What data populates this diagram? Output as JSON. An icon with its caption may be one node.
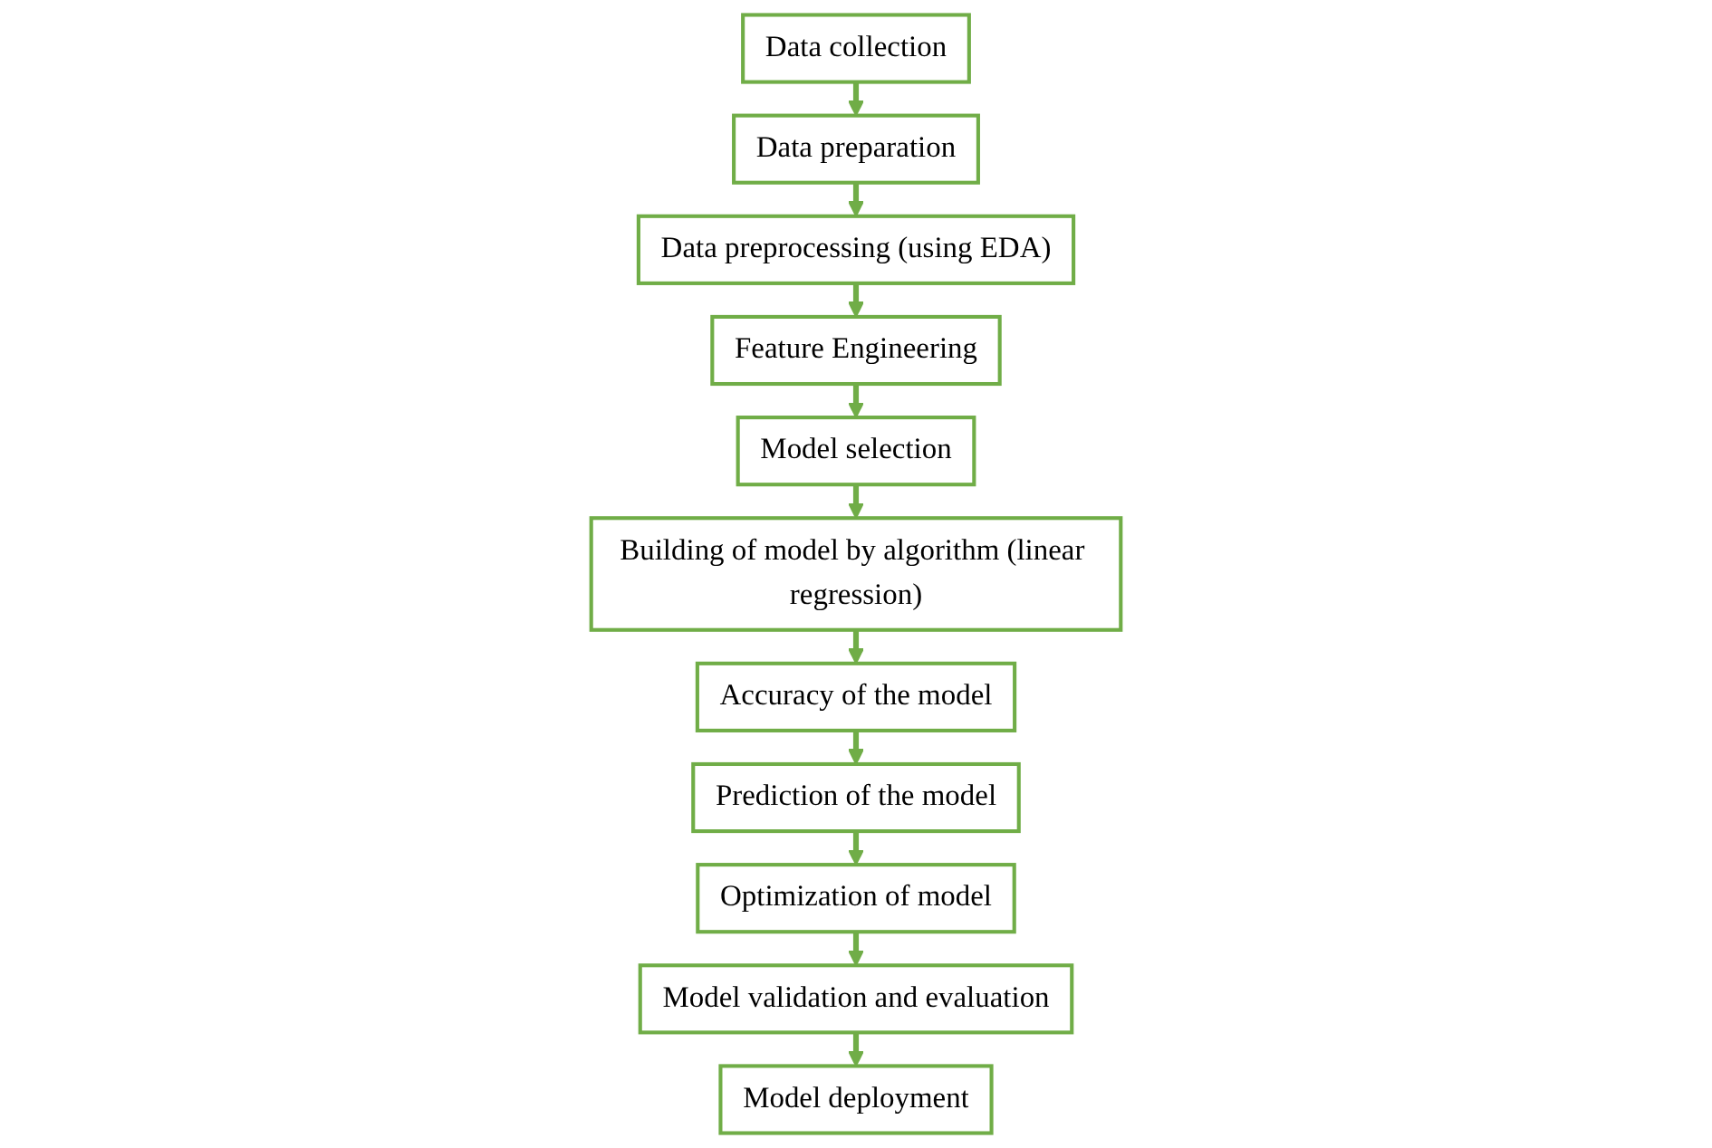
{
  "diagram": {
    "nodes": [
      {
        "text": [
          "Data collection"
        ]
      },
      {
        "text": [
          "Data preparation"
        ]
      },
      {
        "text": [
          "Data preprocessing (using EDA)"
        ]
      },
      {
        "text": [
          "Feature Engineering"
        ]
      },
      {
        "text": [
          "Model selection"
        ]
      },
      {
        "text": [
          "Building of model by algorithm (linear regression)"
        ]
      },
      {
        "text": [
          "Accuracy of the model"
        ]
      },
      {
        "text": [
          "Prediction of the model"
        ]
      },
      {
        "text": [
          "Optimization of model"
        ]
      },
      {
        "text": [
          "Model validation and evaluation"
        ]
      },
      {
        "text": [
          "Model deployment"
        ]
      }
    ],
    "edges": [
      {
        "from": 0,
        "to": 1,
        "arrow": "to"
      },
      {
        "from": 1,
        "to": 2,
        "arrow": "to"
      },
      {
        "from": 2,
        "to": 3,
        "arrow": "to"
      },
      {
        "from": 3,
        "to": 4,
        "arrow": "to"
      },
      {
        "from": 4,
        "to": 5,
        "arrow": "to"
      },
      {
        "from": 5,
        "to": 6,
        "arrow": "to"
      },
      {
        "from": 6,
        "to": 7,
        "arrow": "to"
      },
      {
        "from": 7,
        "to": 8,
        "arrow": "to"
      },
      {
        "from": 8,
        "to": 9,
        "arrow": "to"
      },
      {
        "from": 9,
        "to": 10,
        "arrow": "to"
      }
    ]
  }
}
